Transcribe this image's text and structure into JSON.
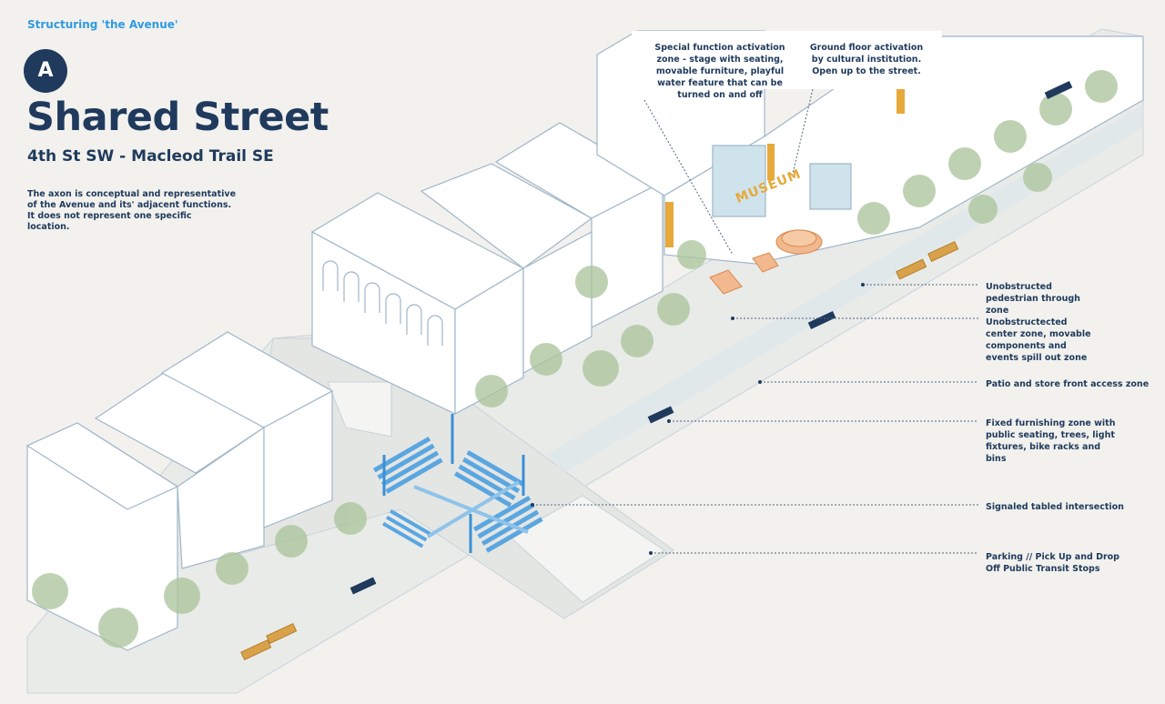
{
  "header": {
    "section_label": "Structuring 'the Avenue'",
    "badge": "A",
    "title": "Shared Street",
    "subtitle": "4th St SW - Macleod Trail SE",
    "note": "The axon is conceptual and representative of the Avenue and its' adjacent functions. It does not represent one specific location."
  },
  "callouts": {
    "special_function": "Special function activation zone - stage with seating, movable furniture, playful water feature that can be turned on and off",
    "ground_floor": "Ground floor activation by cultural institution. Open up to the street."
  },
  "building_sign": "MUSEUM",
  "legend": [
    {
      "label": "Unobstructed pedestrian through zone"
    },
    {
      "label": "Unobstructected center zone, movable components and events spill out zone"
    },
    {
      "label": "Patio and store front access zone"
    },
    {
      "label": "Fixed furnishing zone with public seating, trees, light fixtures, bike racks and bins"
    },
    {
      "label": "Signaled tabled intersection"
    },
    {
      "label": "Parking // Pick Up and Drop Off Public Transit Stops"
    }
  ],
  "colors": {
    "navy": "#1f3a5c",
    "accent_blue": "#2f9ae0",
    "crosswalk_blue": "#5aa6e0",
    "furniture_orange": "#e6a93a",
    "tree_green": "#a9c49a",
    "building_outline": "#9fb6c8"
  }
}
